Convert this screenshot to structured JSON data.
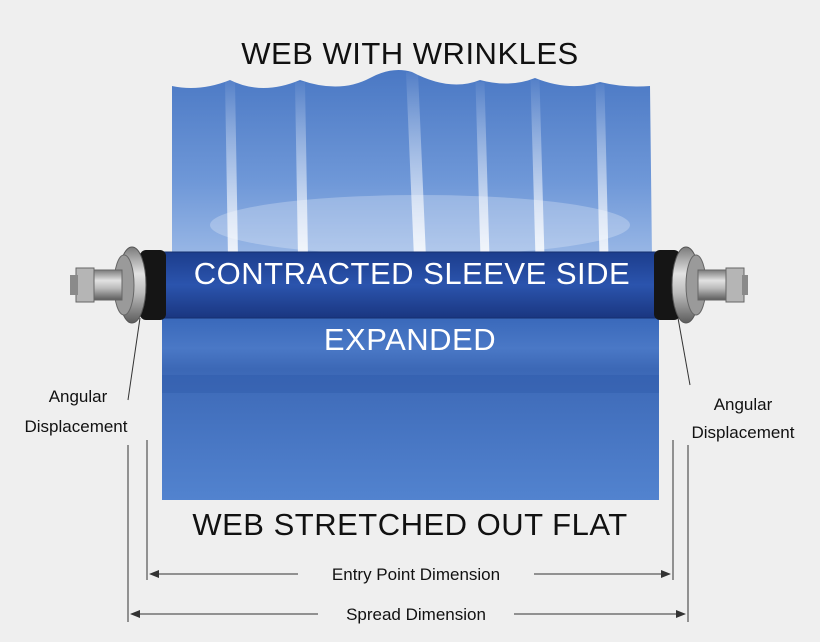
{
  "title_top": "WEB WITH WRINKLES",
  "roller_label_top": "CONTRACTED SLEEVE SIDE",
  "roller_label_bottom": "EXPANDED",
  "title_bottom": "WEB STRETCHED OUT FLAT",
  "left_label": [
    "Angular",
    "Displacement"
  ],
  "right_label": [
    "Angular",
    "Displacement"
  ],
  "entry_dimension": "Entry Point Dimension",
  "spread_dimension": "Spread Dimension",
  "colors": {
    "background": "#efefef",
    "web_blue": "#4f7fc8",
    "roller_blue": "#23479e",
    "text_dark": "#111111",
    "text_light": "#ffffff"
  }
}
